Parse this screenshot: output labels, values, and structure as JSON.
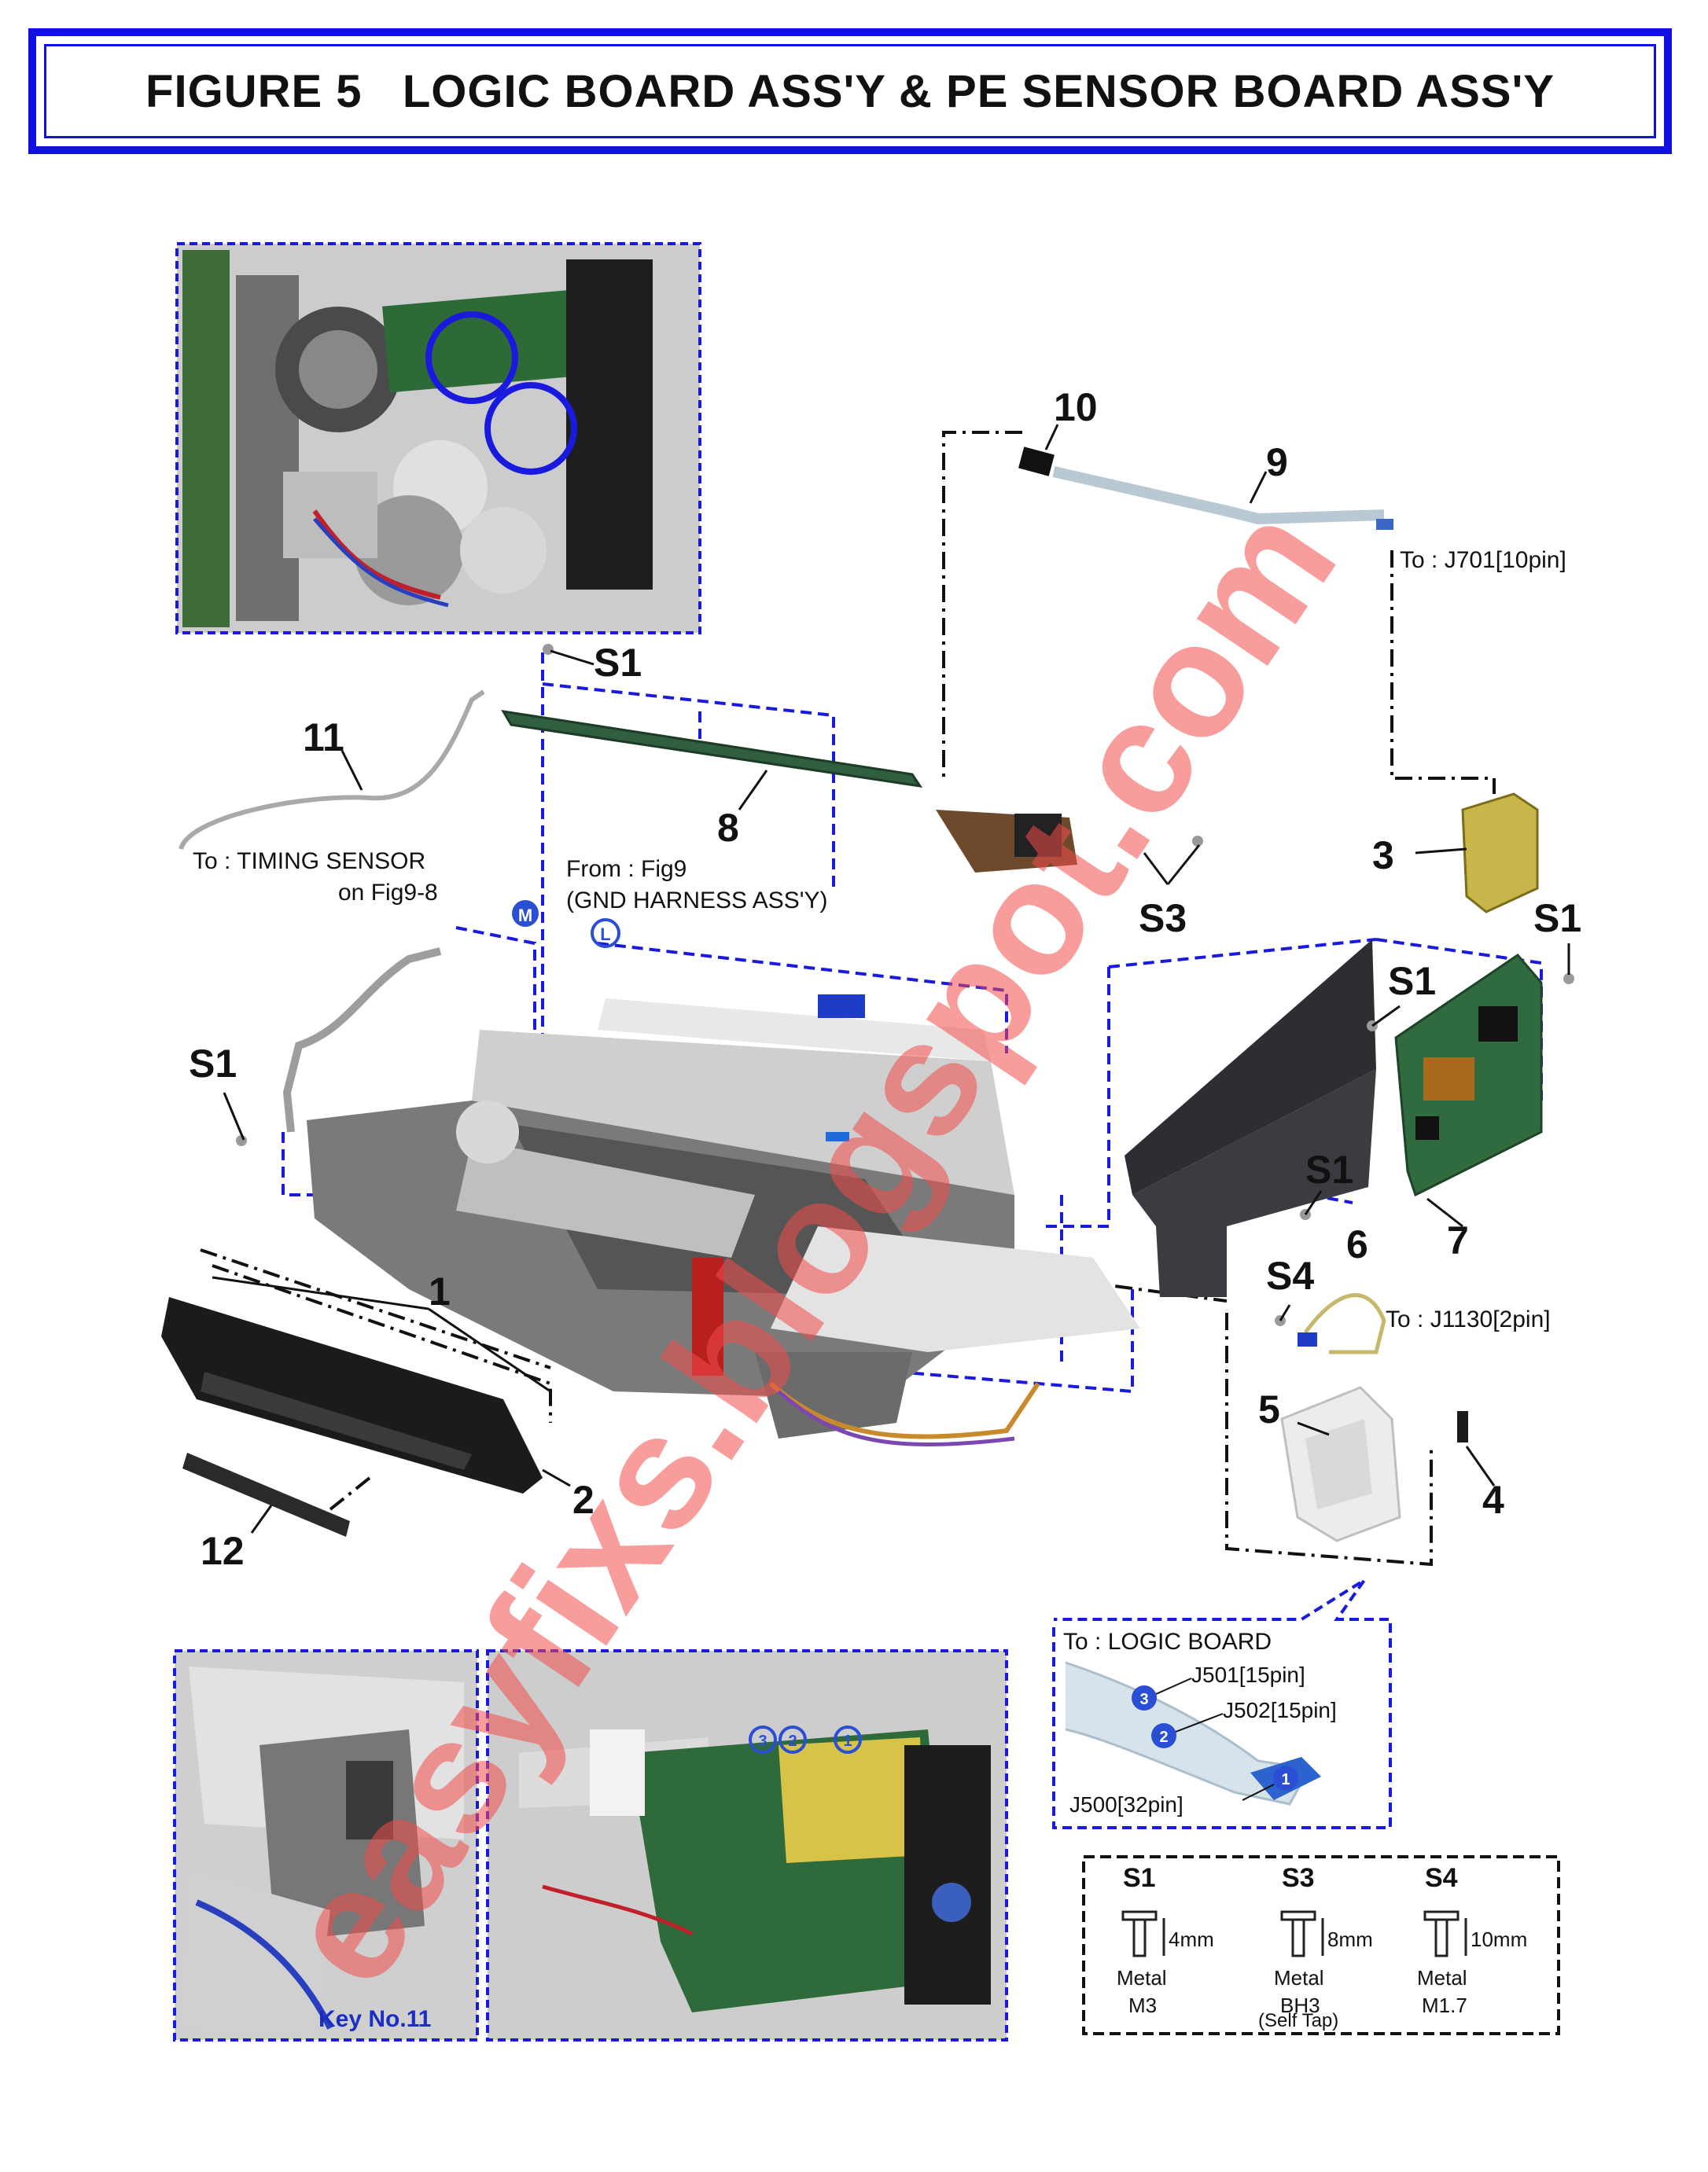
{
  "title": "FIGURE 5   LOGIC BOARD ASS'Y & PE SENSOR BOARD ASS'Y",
  "part_numbers": {
    "p1": "1",
    "p2": "2",
    "p3": "3",
    "p4": "4",
    "p5": "5",
    "p6": "6",
    "p7": "7",
    "p8": "8",
    "p9": "9",
    "p10": "10",
    "p11": "11",
    "p12": "12"
  },
  "screw_callouts": {
    "s1": "S1",
    "s3": "S3",
    "s4": "S4"
  },
  "connector_notes": {
    "j701": "To : J701[10pin]",
    "j1130": "To : J1130[2pin]",
    "timing_sensor_line1": "To : TIMING SENSOR",
    "timing_sensor_line2": "on Fig9-8",
    "from_fig9_line1": "From : Fig9",
    "from_fig9_line2": "(GND HARNESS ASS'Y)"
  },
  "markers": {
    "m": "M",
    "l": "L"
  },
  "logic_board_inset": {
    "heading": "To : LOGIC BOARD",
    "j501": "J501[15pin]",
    "j502": "J502[15pin]",
    "j500": "J500[32pin]",
    "c1": "1",
    "c2": "2",
    "c3": "3"
  },
  "photo_inset_markers": {
    "c3": "3",
    "c2": "2",
    "c1": "1"
  },
  "key_note": "Key No.11",
  "screw_legend": [
    {
      "code": "S1",
      "length": "4mm",
      "material": "Metal",
      "spec": "M3",
      "extra": ""
    },
    {
      "code": "S3",
      "length": "8mm",
      "material": "Metal",
      "spec": "BH3",
      "extra": "(Self Tap)"
    },
    {
      "code": "S4",
      "length": "10mm",
      "material": "Metal",
      "spec": "M1.7",
      "extra": ""
    }
  ],
  "watermark": "easyfixs.blogspot.com",
  "colors": {
    "frame_blue": "#1010e0",
    "watermark_red": "#f24b4b",
    "inset_gray": "#cfcfcf"
  }
}
